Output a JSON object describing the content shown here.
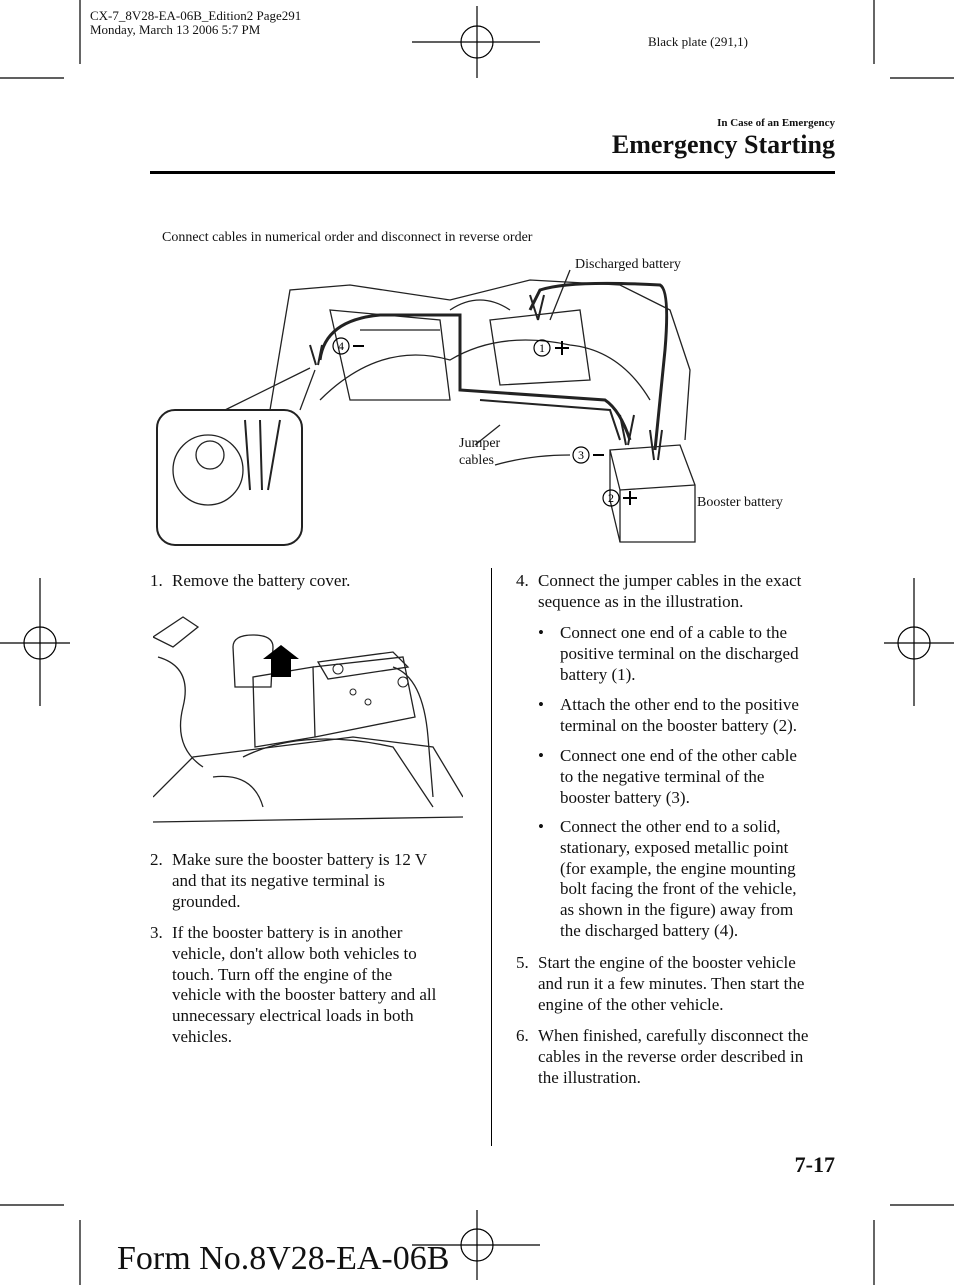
{
  "header": {
    "meta_line1": "CX-7_8V28-EA-06B_Edition2 Page291",
    "meta_line2": "Monday, March 13 2006 5:7 PM",
    "plate": "Black plate (291,1)",
    "section": "In Case of an Emergency",
    "title": "Emergency Starting"
  },
  "figure": {
    "caption": "Connect cables in numerical order and disconnect in reverse order",
    "label_discharged": "Discharged battery",
    "label_jumper_1": "Jumper",
    "label_jumper_2": "cables",
    "label_booster": "Booster battery",
    "marker_1": "1",
    "marker_2": "2",
    "marker_3": "3",
    "marker_4": "4"
  },
  "left_column": {
    "step1_num": "1.",
    "step1_text": "Remove the battery cover.",
    "step2_num": "2.",
    "step2_lines": [
      "Make sure the booster battery is 12 V",
      "and that its negative terminal is",
      "grounded."
    ],
    "step3_num": "3.",
    "step3_lines": [
      "If the booster battery is in another",
      "vehicle, don't allow both vehicles to",
      "touch. Turn off the engine of the",
      "vehicle with the booster battery and all",
      "unnecessary electrical loads in both",
      "vehicles."
    ]
  },
  "right_column": {
    "step4_num": "4.",
    "step4_lines": [
      "Connect the jumper cables in the exact",
      "sequence as in the illustration."
    ],
    "bullet_symbol": "•",
    "bullet1_lines": [
      "Connect one end of a cable to the",
      "positive terminal on the discharged",
      "battery (1)."
    ],
    "bullet2_lines": [
      "Attach the other end to the positive",
      "terminal on the booster battery (2)."
    ],
    "bullet3_lines": [
      "Connect one end of the other cable",
      "to the negative terminal of the",
      "booster battery (3)."
    ],
    "bullet4_lines": [
      "Connect the other end to a solid,",
      "stationary, exposed metallic point",
      "(for example, the engine mounting",
      "bolt facing the front of the vehicle,",
      "as shown in the figure) away from",
      "the discharged battery (4)."
    ],
    "step5_num": "5.",
    "step5_lines": [
      "Start the engine of the booster vehicle",
      "and run it a few minutes. Then start the",
      "engine of the other vehicle."
    ],
    "step6_num": "6.",
    "step6_lines": [
      "When finished, carefully disconnect the",
      "cables in the reverse order described in",
      "the illustration."
    ]
  },
  "footer": {
    "page_number": "7-17",
    "form_number": "Form No.8V28-EA-06B"
  }
}
